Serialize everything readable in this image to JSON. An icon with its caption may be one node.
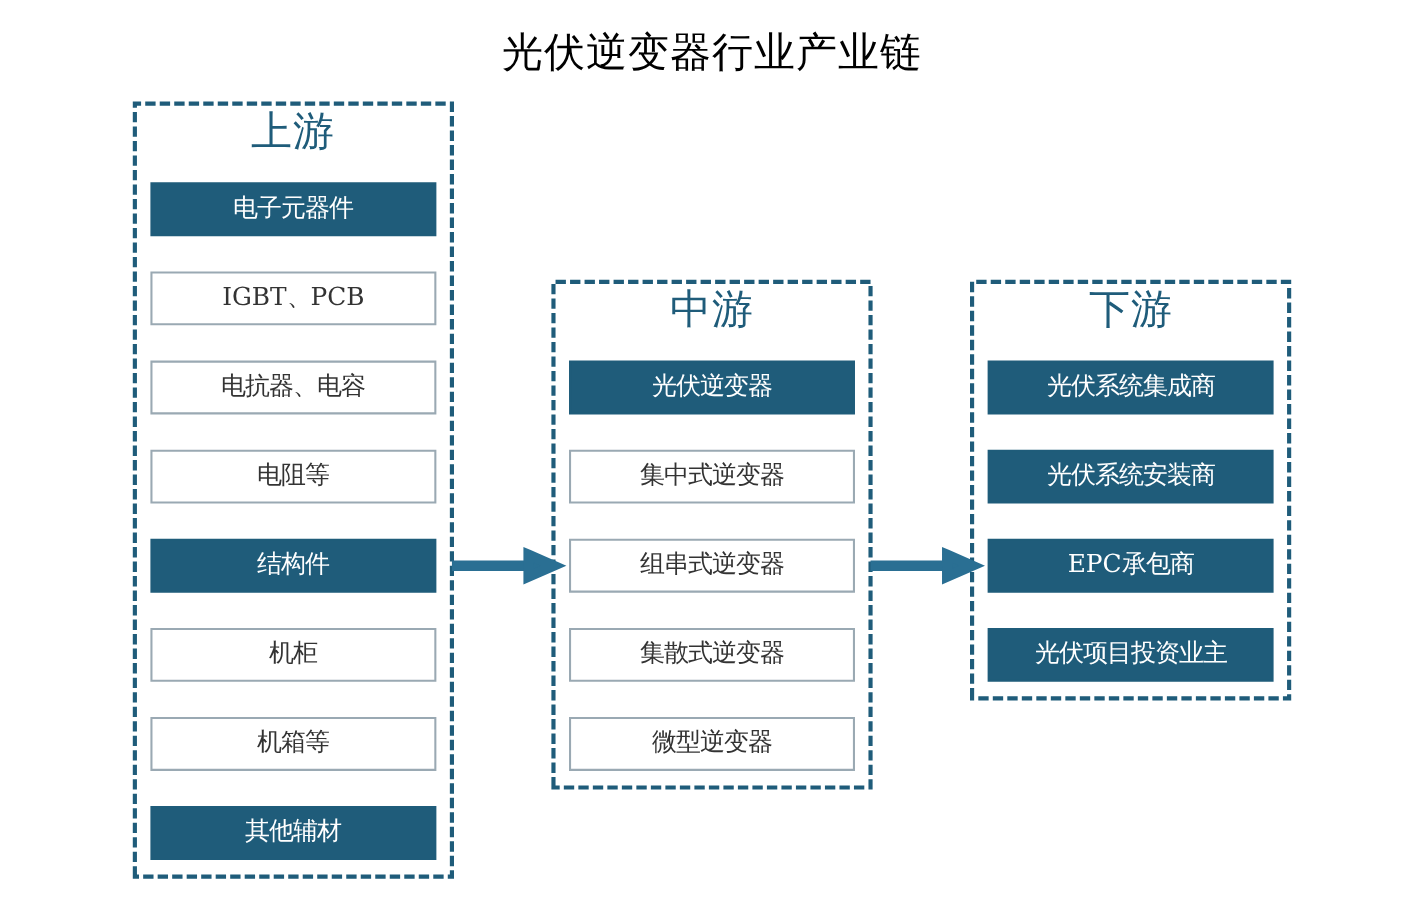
{
  "diagram": {
    "title": "光伏逆变器行业产业链",
    "nodes": [
      {
        "text": [
          "上游"
        ]
      },
      {
        "text": [
          "电子元器件"
        ],
        "in": 0
      },
      {
        "text": [
          "IGBT、PCB"
        ],
        "in": 0
      },
      {
        "text": [
          "电抗器、电容"
        ],
        "in": 0
      },
      {
        "text": [
          "电阻等"
        ],
        "in": 0
      },
      {
        "text": [
          "结构件"
        ],
        "in": 0
      },
      {
        "text": [
          "机柜"
        ],
        "in": 0
      },
      {
        "text": [
          "机箱等"
        ],
        "in": 0
      },
      {
        "text": [
          "其他辅材"
        ],
        "in": 0
      },
      {
        "text": [
          "中游"
        ]
      },
      {
        "text": [
          "光伏逆变器"
        ],
        "in": 9
      },
      {
        "text": [
          "集中式逆变器"
        ],
        "in": 9
      },
      {
        "text": [
          "组串式逆变器"
        ],
        "in": 9
      },
      {
        "text": [
          "集散式逆变器"
        ],
        "in": 9
      },
      {
        "text": [
          "微型逆变器"
        ],
        "in": 9
      },
      {
        "text": [
          "下游"
        ]
      },
      {
        "text": [
          "光伏系统集成商"
        ],
        "in": 15
      },
      {
        "text": [
          "光伏系统安装商"
        ],
        "in": 15
      },
      {
        "text": [
          "EPC承包商"
        ],
        "in": 15
      },
      {
        "text": [
          "光伏项目投资业主"
        ],
        "in": 15
      }
    ],
    "edges": [
      {
        "from": 0,
        "to": 9,
        "arrow": "to"
      },
      {
        "from": 9,
        "to": 15,
        "arrow": "to"
      }
    ]
  }
}
